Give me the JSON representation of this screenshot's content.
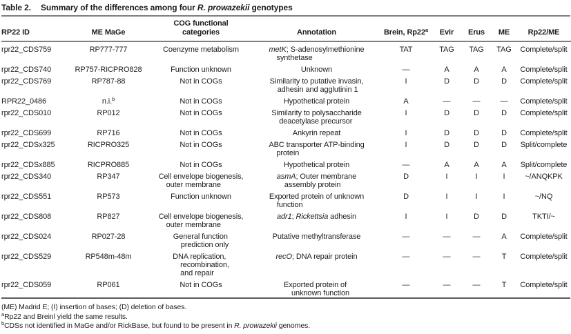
{
  "table": {
    "title": {
      "label": "Table 2.",
      "segments": [
        {
          "t": "Summary of the differences among four "
        },
        {
          "t": "R. prowazekii",
          "i": true
        },
        {
          "t": " genotypes"
        }
      ]
    },
    "columns": [
      {
        "key": "id",
        "align": "left",
        "label": [
          {
            "t": "RP22 ID"
          }
        ]
      },
      {
        "key": "mage",
        "align": "center",
        "label": [
          {
            "t": "ME MaGe"
          }
        ]
      },
      {
        "key": "cog",
        "align": "center",
        "hang": true,
        "label": [
          {
            "t": "COG functional\ncategories"
          }
        ]
      },
      {
        "key": "annotation",
        "align": "center",
        "hang": true,
        "label": [
          {
            "t": "Annotation"
          }
        ]
      },
      {
        "key": "brein",
        "align": "center",
        "label": [
          {
            "t": "Brein, Rp22"
          },
          {
            "t": "a",
            "sup": true
          }
        ]
      },
      {
        "key": "evir",
        "align": "center",
        "label": [
          {
            "t": "Evir"
          }
        ]
      },
      {
        "key": "erus",
        "align": "center",
        "label": [
          {
            "t": "Erus"
          }
        ]
      },
      {
        "key": "me",
        "align": "center",
        "label": [
          {
            "t": "ME"
          }
        ]
      },
      {
        "key": "rp22me",
        "align": "center",
        "label": [
          {
            "t": "Rp22/ME"
          }
        ]
      }
    ],
    "rows": [
      {
        "id": [
          {
            "t": "rpr22_CDS759"
          }
        ],
        "mage": [
          {
            "t": "RP777-777"
          }
        ],
        "cog": [
          {
            "t": "Coenzyme metabolism"
          }
        ],
        "annotation": [
          {
            "t": "metK",
            "i": true
          },
          {
            "t": "; S-adenosylmethionine\nsynthetase"
          }
        ],
        "brein": [
          {
            "t": "TAT"
          }
        ],
        "evir": [
          {
            "t": "TAG"
          }
        ],
        "erus": [
          {
            "t": "TAG"
          }
        ],
        "me": [
          {
            "t": "TAG"
          }
        ],
        "rp22me": [
          {
            "t": "Complete/split"
          }
        ]
      },
      {
        "id": [
          {
            "t": "rpr22_CDS740"
          }
        ],
        "mage": [
          {
            "t": "RP757-RICPRO828"
          }
        ],
        "cog": [
          {
            "t": "Function unknown"
          }
        ],
        "annotation": [
          {
            "t": "Unknown"
          }
        ],
        "brein": [
          {
            "t": "—"
          }
        ],
        "evir": [
          {
            "t": "A"
          }
        ],
        "erus": [
          {
            "t": "A"
          }
        ],
        "me": [
          {
            "t": "A"
          }
        ],
        "rp22me": [
          {
            "t": "Complete/split"
          }
        ]
      },
      {
        "id": [
          {
            "t": "rpr22_CDS769"
          }
        ],
        "mage": [
          {
            "t": "RP787-88"
          }
        ],
        "cog": [
          {
            "t": "Not in COGs"
          }
        ],
        "annotation": [
          {
            "t": "Similarity to putative invasin,\nadhesin and agglutinin 1"
          }
        ],
        "brein": [
          {
            "t": "I"
          }
        ],
        "evir": [
          {
            "t": "D"
          }
        ],
        "erus": [
          {
            "t": "D"
          }
        ],
        "me": [
          {
            "t": "D"
          }
        ],
        "rp22me": [
          {
            "t": "Complete/split"
          }
        ]
      },
      {
        "id": [
          {
            "t": "RPR22_0486"
          }
        ],
        "mage": [
          {
            "t": "n.i."
          },
          {
            "t": "b",
            "sup": true
          }
        ],
        "cog": [
          {
            "t": "Not in COGs"
          }
        ],
        "annotation": [
          {
            "t": "Hypothetical protein"
          }
        ],
        "brein": [
          {
            "t": "A"
          }
        ],
        "evir": [
          {
            "t": "—"
          }
        ],
        "erus": [
          {
            "t": "—"
          }
        ],
        "me": [
          {
            "t": "—"
          }
        ],
        "rp22me": [
          {
            "t": "Complete/split"
          }
        ]
      },
      {
        "id": [
          {
            "t": "rpr22_CDS010"
          }
        ],
        "mage": [
          {
            "t": "RP012"
          }
        ],
        "cog": [
          {
            "t": "Not in COGs"
          }
        ],
        "annotation": [
          {
            "t": "Similarity to polysaccharide\ndeacetylase precursor"
          }
        ],
        "brein": [
          {
            "t": "I"
          }
        ],
        "evir": [
          {
            "t": "D"
          }
        ],
        "erus": [
          {
            "t": "D"
          }
        ],
        "me": [
          {
            "t": "D"
          }
        ],
        "rp22me": [
          {
            "t": "Complete/split"
          }
        ]
      },
      {
        "id": [
          {
            "t": "rpr22_CDS699"
          }
        ],
        "mage": [
          {
            "t": "RP716"
          }
        ],
        "cog": [
          {
            "t": "Not in COGs"
          }
        ],
        "annotation": [
          {
            "t": "Ankyrin repeat"
          }
        ],
        "brein": [
          {
            "t": "I"
          }
        ],
        "evir": [
          {
            "t": "D"
          }
        ],
        "erus": [
          {
            "t": "D"
          }
        ],
        "me": [
          {
            "t": "D"
          }
        ],
        "rp22me": [
          {
            "t": "Complete/split"
          }
        ]
      },
      {
        "id": [
          {
            "t": "rpr22_CDSx325"
          }
        ],
        "mage": [
          {
            "t": "RICPRO325"
          }
        ],
        "cog": [
          {
            "t": "Not in COGs"
          }
        ],
        "annotation": [
          {
            "t": "ABC transporter ATP-binding\nprotein"
          }
        ],
        "brein": [
          {
            "t": "I"
          }
        ],
        "evir": [
          {
            "t": "D"
          }
        ],
        "erus": [
          {
            "t": "D"
          }
        ],
        "me": [
          {
            "t": "D"
          }
        ],
        "rp22me": [
          {
            "t": "Split/complete"
          }
        ]
      },
      {
        "id": [
          {
            "t": "rpr22_CDSx885"
          }
        ],
        "mage": [
          {
            "t": "RICPRO885"
          }
        ],
        "cog": [
          {
            "t": "Not in COGs"
          }
        ],
        "annotation": [
          {
            "t": "Hypothetical protein"
          }
        ],
        "brein": [
          {
            "t": "—"
          }
        ],
        "evir": [
          {
            "t": "A"
          }
        ],
        "erus": [
          {
            "t": "A"
          }
        ],
        "me": [
          {
            "t": "A"
          }
        ],
        "rp22me": [
          {
            "t": "Split/complete"
          }
        ]
      },
      {
        "id": [
          {
            "t": "rpr22_CDS340"
          }
        ],
        "mage": [
          {
            "t": "RP347"
          }
        ],
        "cog": [
          {
            "t": "Cell envelope biogenesis,\nouter membrane"
          }
        ],
        "annotation": [
          {
            "t": "asmA",
            "i": true
          },
          {
            "t": "; Outer membrane\nassembly protein"
          }
        ],
        "brein": [
          {
            "t": "D"
          }
        ],
        "evir": [
          {
            "t": "I"
          }
        ],
        "erus": [
          {
            "t": "I"
          }
        ],
        "me": [
          {
            "t": "I"
          }
        ],
        "rp22me": [
          {
            "t": "~/ANQKPK"
          }
        ]
      },
      {
        "id": [
          {
            "t": "rpr22_CDS551"
          }
        ],
        "mage": [
          {
            "t": "RP573"
          }
        ],
        "cog": [
          {
            "t": "Function unknown"
          }
        ],
        "annotation": [
          {
            "t": "Exported protein of unknown\nfunction"
          }
        ],
        "brein": [
          {
            "t": "D"
          }
        ],
        "evir": [
          {
            "t": "I"
          }
        ],
        "erus": [
          {
            "t": "I"
          }
        ],
        "me": [
          {
            "t": "I"
          }
        ],
        "rp22me": [
          {
            "t": "~/NQ"
          }
        ]
      },
      {
        "id": [
          {
            "t": "rpr22_CDS808"
          }
        ],
        "mage": [
          {
            "t": "RP827"
          }
        ],
        "cog": [
          {
            "t": "Cell envelope biogenesis,\nouter membrane"
          }
        ],
        "annotation": [
          {
            "t": "adr1",
            "i": true
          },
          {
            "t": "; "
          },
          {
            "t": "Rickettsia",
            "i": true
          },
          {
            "t": " adhesin"
          }
        ],
        "brein": [
          {
            "t": "I"
          }
        ],
        "evir": [
          {
            "t": "I"
          }
        ],
        "erus": [
          {
            "t": "D"
          }
        ],
        "me": [
          {
            "t": "D"
          }
        ],
        "rp22me": [
          {
            "t": "TKTI/~"
          }
        ]
      },
      {
        "id": [
          {
            "t": "rpr22_CDS024"
          }
        ],
        "mage": [
          {
            "t": "RP027-28"
          }
        ],
        "cog": [
          {
            "t": "General function\nprediction only"
          }
        ],
        "annotation": [
          {
            "t": "Putative methyltransferase"
          }
        ],
        "brein": [
          {
            "t": "—"
          }
        ],
        "evir": [
          {
            "t": "—"
          }
        ],
        "erus": [
          {
            "t": "—"
          }
        ],
        "me": [
          {
            "t": "A"
          }
        ],
        "rp22me": [
          {
            "t": "Complete/split"
          }
        ]
      },
      {
        "id": [
          {
            "t": "rpr22_CDS529"
          }
        ],
        "mage": [
          {
            "t": "RP548m-48m"
          }
        ],
        "cog": [
          {
            "t": "DNA replication,\nrecombination,\nand repair"
          }
        ],
        "annotation": [
          {
            "t": "recO",
            "i": true
          },
          {
            "t": "; DNA repair protein"
          }
        ],
        "brein": [
          {
            "t": "—"
          }
        ],
        "evir": [
          {
            "t": "—"
          }
        ],
        "erus": [
          {
            "t": "—"
          }
        ],
        "me": [
          {
            "t": "T"
          }
        ],
        "rp22me": [
          {
            "t": "Complete/split"
          }
        ]
      },
      {
        "id": [
          {
            "t": "rpr22_CDS059"
          }
        ],
        "mage": [
          {
            "t": "RP061"
          }
        ],
        "cog": [
          {
            "t": "Not in COGs"
          }
        ],
        "annotation": [
          {
            "t": "Exported protein of\nunknown function"
          }
        ],
        "brein": [
          {
            "t": "—"
          }
        ],
        "evir": [
          {
            "t": "—"
          }
        ],
        "erus": [
          {
            "t": "—"
          }
        ],
        "me": [
          {
            "t": "T"
          }
        ],
        "rp22me": [
          {
            "t": "Complete/split"
          }
        ]
      }
    ],
    "footnotes": [
      [
        {
          "t": "(ME) Madrid E; (I) insertion of bases; (D) deletion of bases."
        }
      ],
      [
        {
          "t": "a",
          "sup": true
        },
        {
          "t": "Rp22 and Breinl yield the same results."
        }
      ],
      [
        {
          "t": "b",
          "sup": true
        },
        {
          "t": "CDSs not identified in MaGe and/or RickBase, but found to be present in "
        },
        {
          "t": "R. prowazekii",
          "i": true
        },
        {
          "t": " genomes."
        }
      ]
    ]
  }
}
